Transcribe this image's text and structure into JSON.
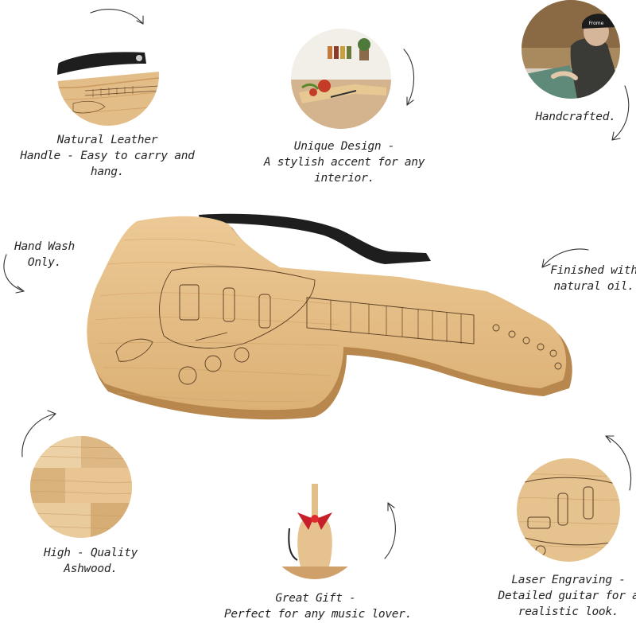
{
  "features": {
    "leather": {
      "lines": [
        "Natural Leather",
        "Handle - Easy to carry and",
        "hang."
      ]
    },
    "design": {
      "lines": [
        "Unique Design -",
        "A stylish accent for any",
        "interior."
      ]
    },
    "handcrafted": {
      "lines": [
        "Handcrafted."
      ]
    },
    "wash": {
      "lines": [
        "Hand Wash",
        "Only."
      ]
    },
    "oil": {
      "lines": [
        "Finished with",
        "natural oil."
      ]
    },
    "ashwood": {
      "lines": [
        "High - Quality",
        "Ashwood."
      ]
    },
    "gift": {
      "lines": [
        "Great Gift -",
        "Perfect for any music lover."
      ]
    },
    "laser": {
      "lines": [
        "Laser Engraving -",
        "Detailed guitar for a",
        "realistic look."
      ]
    }
  },
  "photo_text": {
    "cap_brand": "Frome"
  },
  "colors": {
    "wood_light": "#e6c28e",
    "wood_mid": "#d8ad72",
    "wood_dark": "#b8874d",
    "leather": "#1e1e1e",
    "ink": "#262626"
  }
}
